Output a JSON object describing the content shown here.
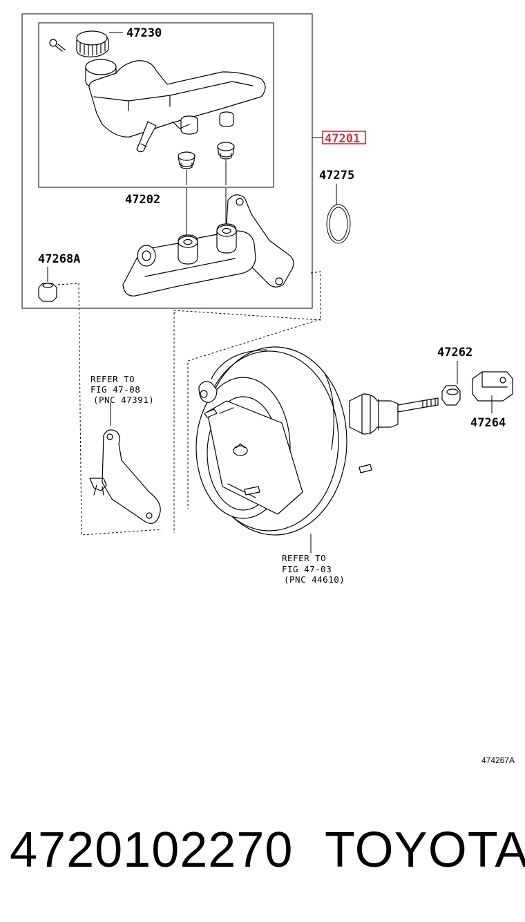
{
  "diagram": {
    "callouts": {
      "reservoir_cap": "47230",
      "master_cylinder_assy": "47201",
      "reservoir_sub_assy": "47202",
      "o_ring": "47275",
      "nut_left": "47268A",
      "nut_right": "47262",
      "clevis": "47264"
    },
    "bracket_ref": {
      "line1": "REFER TO",
      "line2": "FIG 47-08",
      "line3": "(PNC 47391)"
    },
    "booster_ref": {
      "line1": "REFER TO",
      "line2": "FIG 47-03",
      "line3": "(PNC 44610)"
    },
    "highlight_color": "#d9262b"
  },
  "drawing_code": "474267A",
  "footer": {
    "part_number": "4720102270",
    "brand": "TOYOTA"
  }
}
